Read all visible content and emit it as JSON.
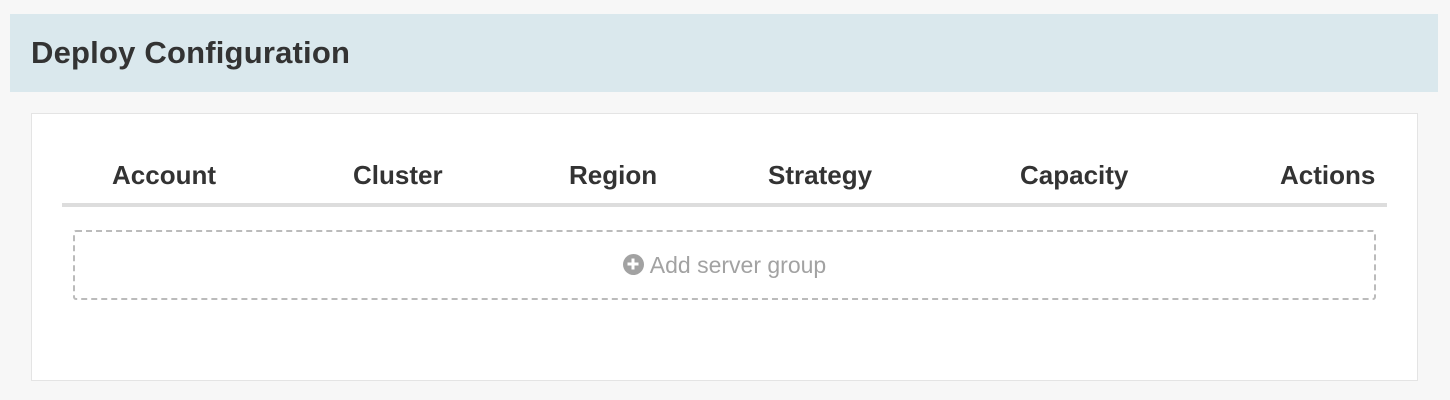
{
  "section": {
    "title": "Deploy Configuration"
  },
  "table": {
    "columns": [
      "Account",
      "Cluster",
      "Region",
      "Strategy",
      "Capacity",
      "Actions"
    ]
  },
  "add_server_group": {
    "icon": "plus-circle-icon",
    "label": "Add server group"
  },
  "colors": {
    "header_background": "#dae8ed",
    "muted_text": "#a2a2a2"
  }
}
